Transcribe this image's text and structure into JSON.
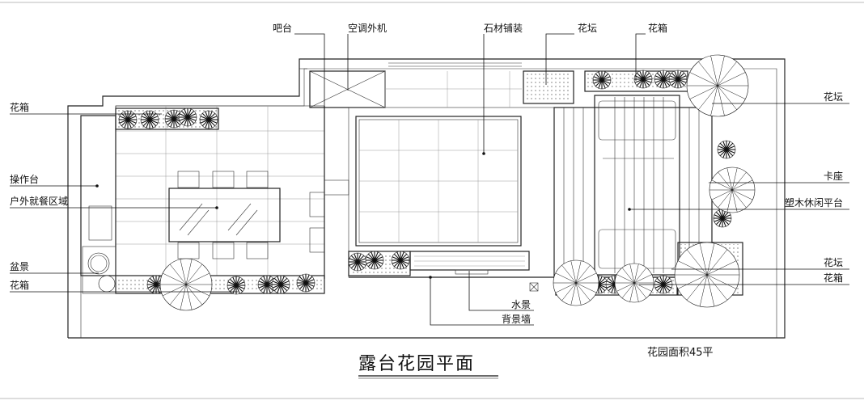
{
  "title": "露台花园平面",
  "area_note": "花园面积45平",
  "labels": {
    "bar": "吧台",
    "ac_unit": "空调外机",
    "stone_paving": "石材铺装",
    "flower_bed_top": "花坛",
    "planter_top": "花箱",
    "planter_left": "花箱",
    "prep_counter": "操作台",
    "outdoor_dining": "户外就餐区域",
    "potted_plant": "盆景",
    "planter_bottom_left": "花箱",
    "flower_bed_right_top": "花坛",
    "booth_seat": "卡座",
    "wood_deck": "塑木休闲平台",
    "flower_bed_right_bottom": "花坛",
    "planter_bottom_right": "花箱",
    "water_feature": "水景",
    "backdrop_wall": "背景墙"
  }
}
